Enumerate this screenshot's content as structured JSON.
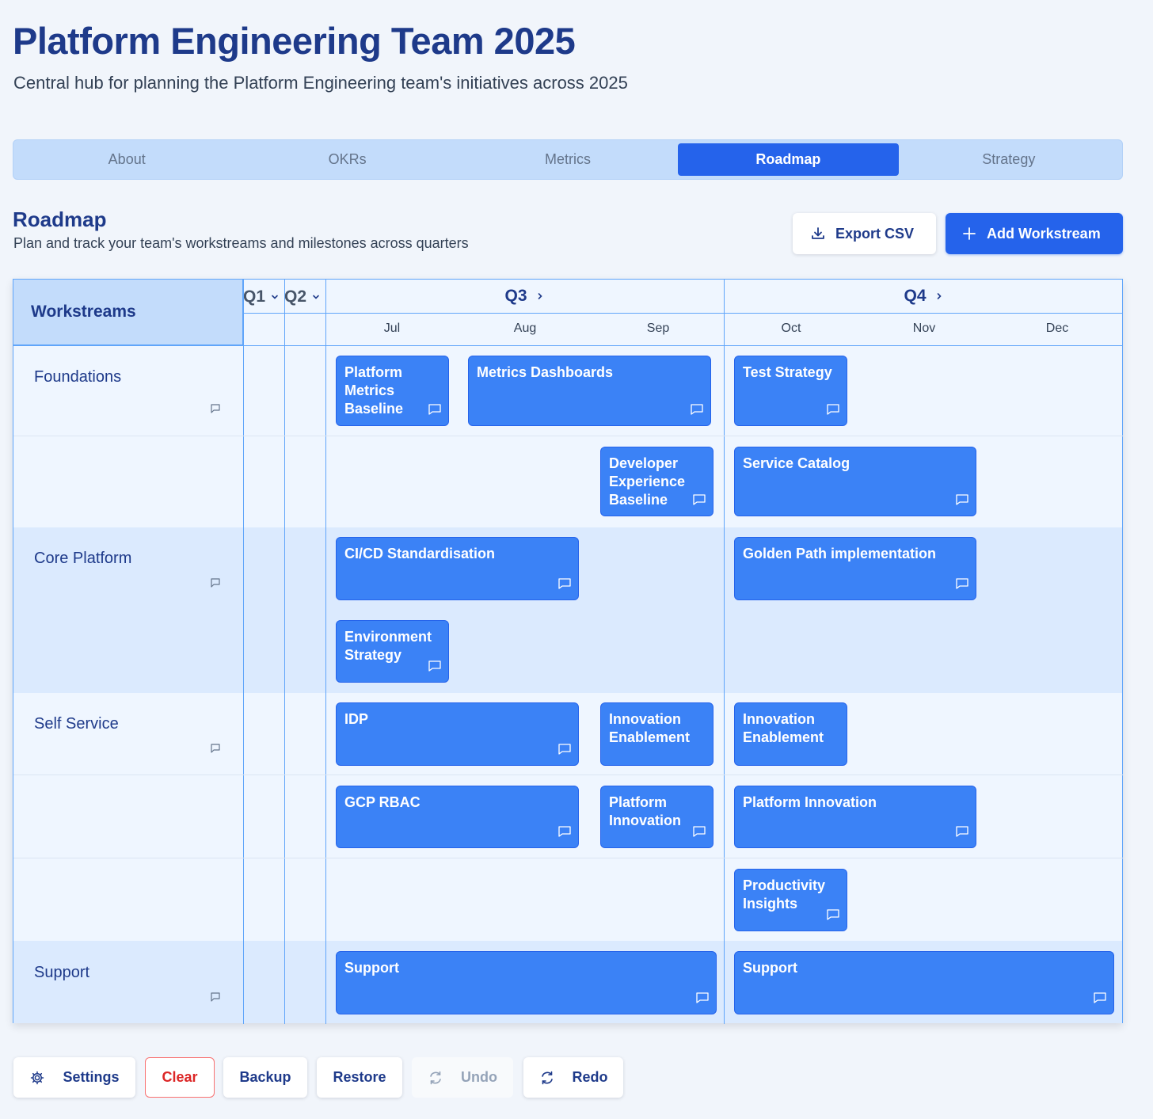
{
  "header": {
    "title": "Platform Engineering Team 2025",
    "subtitle": "Central hub for planning the Platform Engineering team's initiatives across 2025"
  },
  "tabs": [
    {
      "label": "About",
      "active": false
    },
    {
      "label": "OKRs",
      "active": false
    },
    {
      "label": "Metrics",
      "active": false
    },
    {
      "label": "Roadmap",
      "active": true
    },
    {
      "label": "Strategy",
      "active": false
    }
  ],
  "roadmap": {
    "title": "Roadmap",
    "subtitle": "Plan and track your team's workstreams and milestones across quarters",
    "export_label": "Export CSV",
    "add_label": "Add Workstream"
  },
  "grid": {
    "workstreams_header": "Workstreams",
    "quarters": [
      "Q1",
      "Q2",
      "Q3",
      "Q4"
    ],
    "months": [
      "Jul",
      "Aug",
      "Sep",
      "Oct",
      "Nov",
      "Dec"
    ],
    "lanes": [
      "Foundations",
      "Core Platform",
      "Self Service",
      "Support"
    ],
    "cards": [
      "Platform Metrics Baseline",
      "Metrics Dashboards",
      "Test Strategy",
      "Developer Experience Baseline",
      "Service Catalog",
      "CI/CD Standardisation",
      "Golden Path implementation",
      "Environment Strategy",
      "IDP",
      "Innovation Enablement",
      "Innovation Enablement",
      "GCP RBAC",
      "Platform Innovation",
      "Platform Innovation",
      "Productivity Insights",
      "Support",
      "Support"
    ]
  },
  "footer": {
    "settings": "Settings",
    "clear": "Clear",
    "backup": "Backup",
    "restore": "Restore",
    "undo": "Undo",
    "redo": "Redo"
  },
  "colors": {
    "accent": "#2563eb",
    "card": "#3b82f6",
    "title": "#1e3a8a",
    "danger": "#dc2626"
  }
}
